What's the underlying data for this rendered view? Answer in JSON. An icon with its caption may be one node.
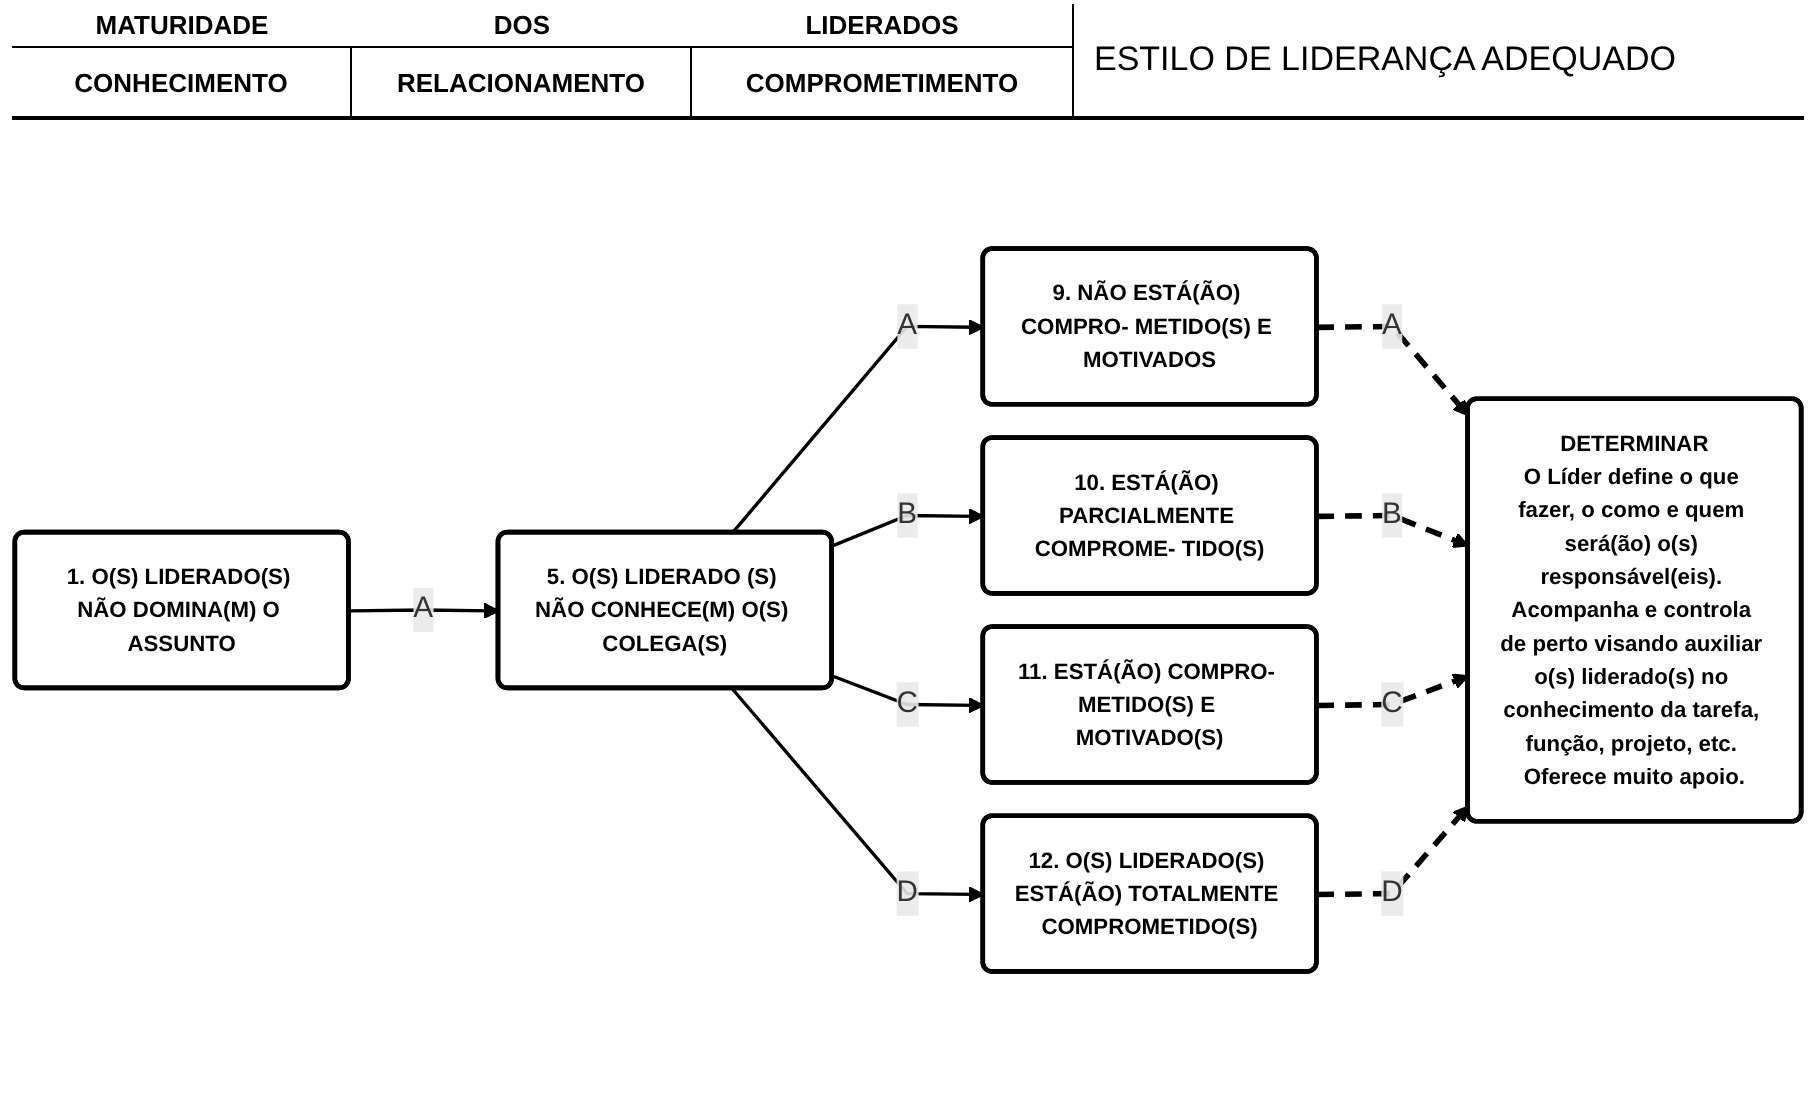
{
  "diagram": {
    "nodes": [
      {
        "text": [
          "1. O(S) LIDERADO(S) NÃO DOMINA(M) O ASSUNTO"
        ]
      },
      {
        "text": [
          "5. O(S) LIDERADO (S) NÃO CONHECE(M) O(S) COLEGA(S)"
        ]
      },
      {
        "text": [
          "9. NÃO ESTÁ(ÃO) COMPRO- METIDO(S) E MOTIVADOS"
        ]
      },
      {
        "text": [
          "10. ESTÁ(ÃO) PARCIALMENTE COMPROME- TIDO(S)"
        ]
      },
      {
        "text": [
          "11. ESTÁ(ÃO) COMPRO- METIDO(S) E MOTIVADO(S)"
        ]
      },
      {
        "text": [
          "12. O(S) LIDERADO(S) ESTÁ(ÃO) TOTALMENTE COMPROMETIDO(S)"
        ]
      },
      {
        "text": [
          "DETERMINAR",
          "O Líder define o que fazer, o como e quem será(ão) o(s) responsável(eis). Acompanha e controla de perto visando auxiliar o(s) liderado(s) no conhecimento da tarefa, função, projeto, etc. Oferece muito apoio."
        ]
      }
    ],
    "edges": [
      {
        "from": 0,
        "to": 1,
        "arrow": "to",
        "label": "A"
      },
      {
        "from": 1,
        "to": 2,
        "arrow": "to",
        "label": "A"
      },
      {
        "from": 1,
        "to": 3,
        "arrow": "to",
        "label": "B"
      },
      {
        "from": 1,
        "to": 4,
        "arrow": "to",
        "label": "C"
      },
      {
        "from": 1,
        "to": 5,
        "arrow": "to",
        "label": "D"
      },
      {
        "from": 2,
        "to": 6,
        "arrow": "to",
        "label": "A",
        "style": "dashed"
      },
      {
        "from": 3,
        "to": 6,
        "arrow": "to",
        "label": "B",
        "style": "dashed"
      },
      {
        "from": 4,
        "to": 6,
        "arrow": "to",
        "label": "C",
        "style": "dashed"
      },
      {
        "from": 5,
        "to": 6,
        "arrow": "to",
        "label": "D",
        "style": "dashed"
      }
    ],
    "labels": [
      "MATURIDADE",
      "DOS",
      "LIDERADOS",
      "CONHECIMENTO",
      "RELACIONAMENTO",
      "COMPROMETIMENTO",
      "ESTILO DE LIDERANÇA ADEQUADO"
    ]
  }
}
